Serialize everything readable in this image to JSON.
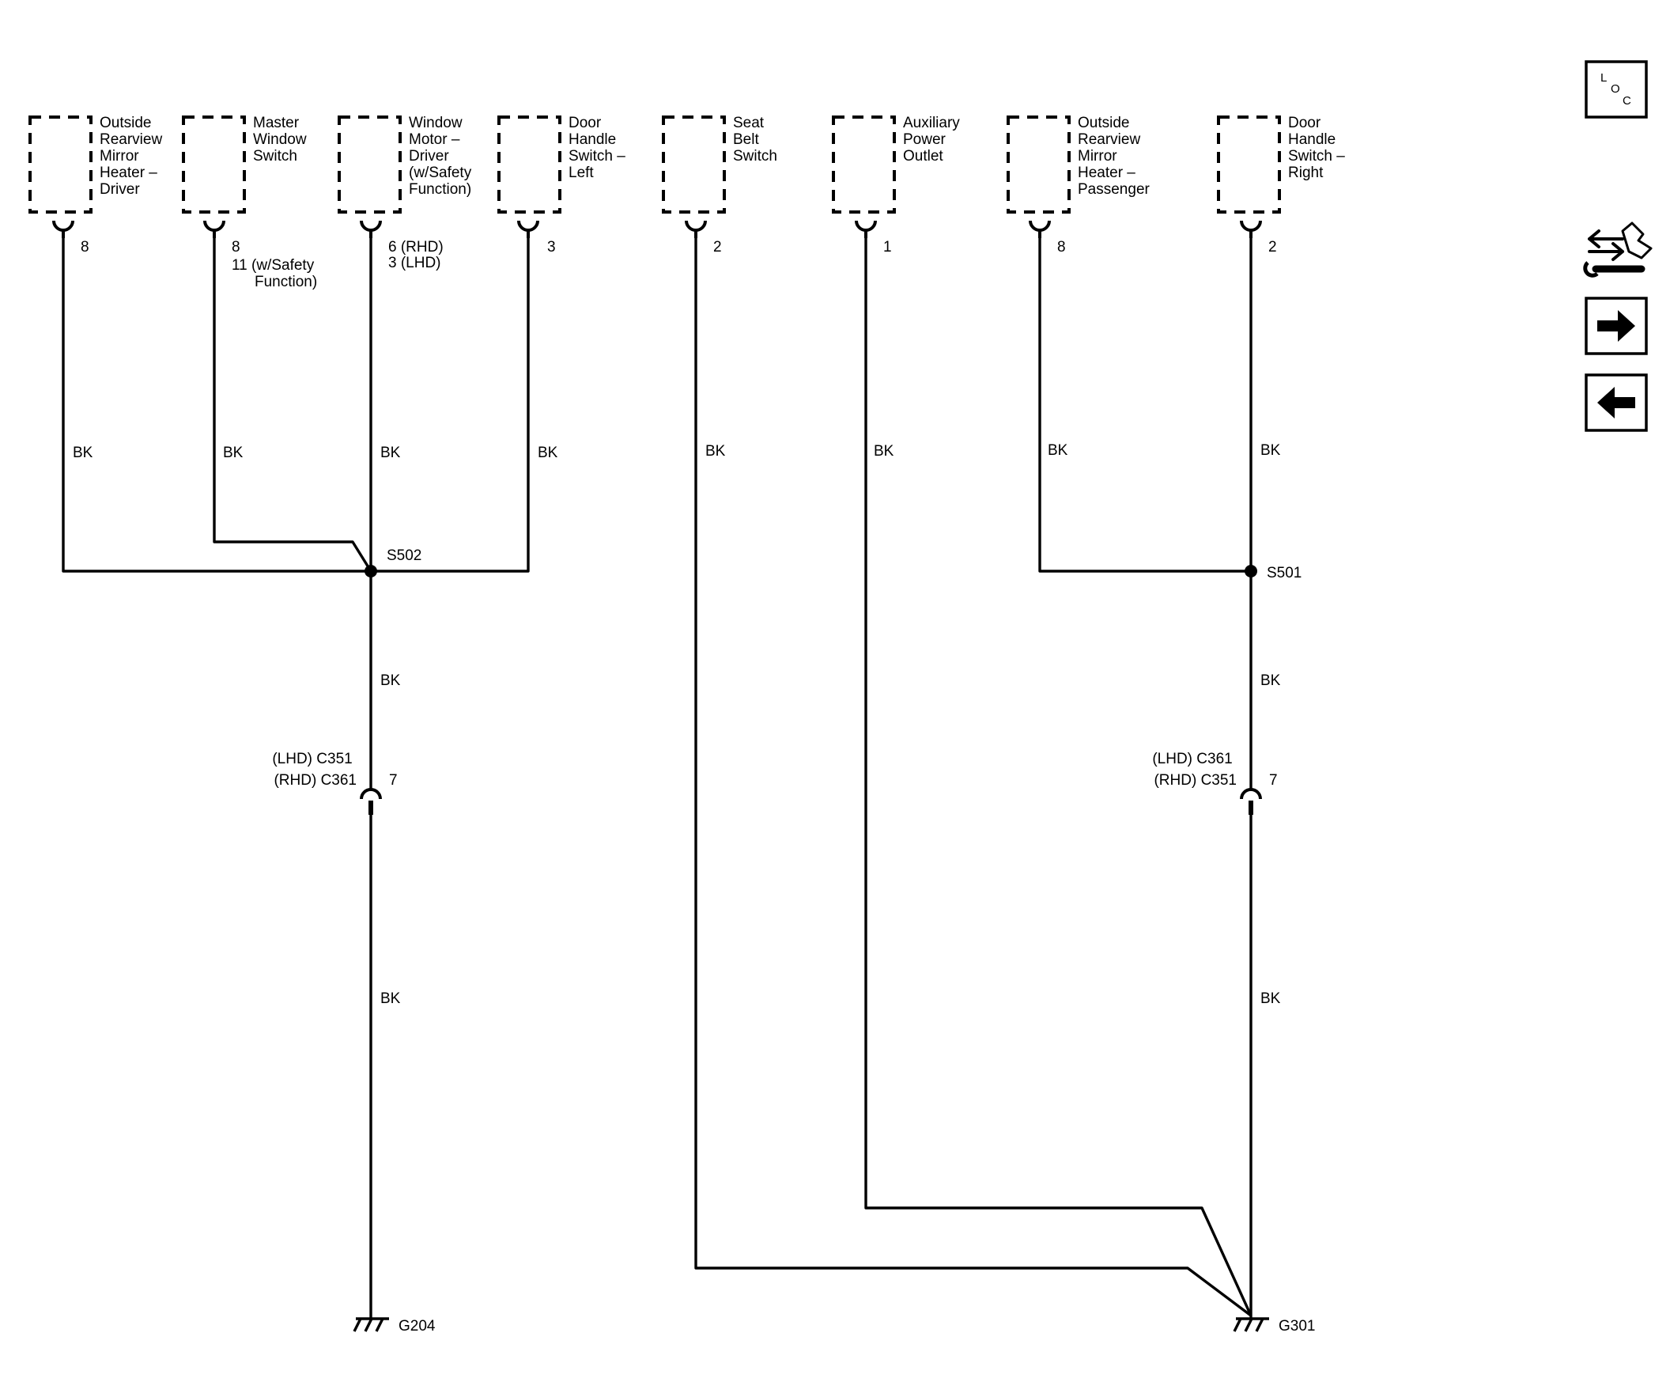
{
  "components": [
    {
      "id": "mirror-heater-driver",
      "lines": [
        "Outside",
        "Rearview",
        "Mirror",
        "Heater –",
        "Driver"
      ],
      "pin": [
        "8"
      ],
      "wire": "BK"
    },
    {
      "id": "master-window-switch",
      "lines": [
        "Master",
        "Window",
        "Switch"
      ],
      "pin": [
        "8",
        "11 (w/Safety",
        "Function)"
      ],
      "wire": "BK"
    },
    {
      "id": "window-motor-driver",
      "lines": [
        "Window",
        "Motor –",
        "Driver",
        "(w/Safety",
        "Function)"
      ],
      "pin": [
        "6 (RHD)",
        "3 (LHD)"
      ],
      "wire": "BK"
    },
    {
      "id": "door-handle-switch-left",
      "lines": [
        "Door",
        "Handle",
        "Switch –",
        "Left"
      ],
      "pin": [
        "3"
      ],
      "wire": "BK"
    },
    {
      "id": "seat-belt-switch",
      "lines": [
        "Seat",
        "Belt",
        "Switch"
      ],
      "pin": [
        "2"
      ],
      "wire": "BK"
    },
    {
      "id": "auxiliary-power-outlet",
      "lines": [
        "Auxiliary",
        "Power",
        "Outlet"
      ],
      "pin": [
        "1"
      ],
      "wire": "BK"
    },
    {
      "id": "mirror-heater-passenger",
      "lines": [
        "Outside",
        "Rearview",
        "Mirror",
        "Heater –",
        "Passenger"
      ],
      "pin": [
        "8"
      ],
      "wire": "BK"
    },
    {
      "id": "door-handle-switch-right",
      "lines": [
        "Door",
        "Handle",
        "Switch –",
        "Right"
      ],
      "pin": [
        "2"
      ],
      "wire": "BK"
    }
  ],
  "splices": {
    "left": "S502",
    "right": "S501"
  },
  "trunk_wire": "BK",
  "inline_connectors": {
    "left": {
      "lines": [
        "(LHD) C351",
        "(RHD) C361"
      ],
      "pin": "7"
    },
    "right": {
      "lines": [
        "(LHD) C361",
        "(RHD) C351"
      ],
      "pin": "7"
    }
  },
  "grounds": {
    "left": "G204",
    "right": "G301"
  },
  "nav": {
    "loc_letters": [
      "L",
      "O",
      "C"
    ]
  }
}
